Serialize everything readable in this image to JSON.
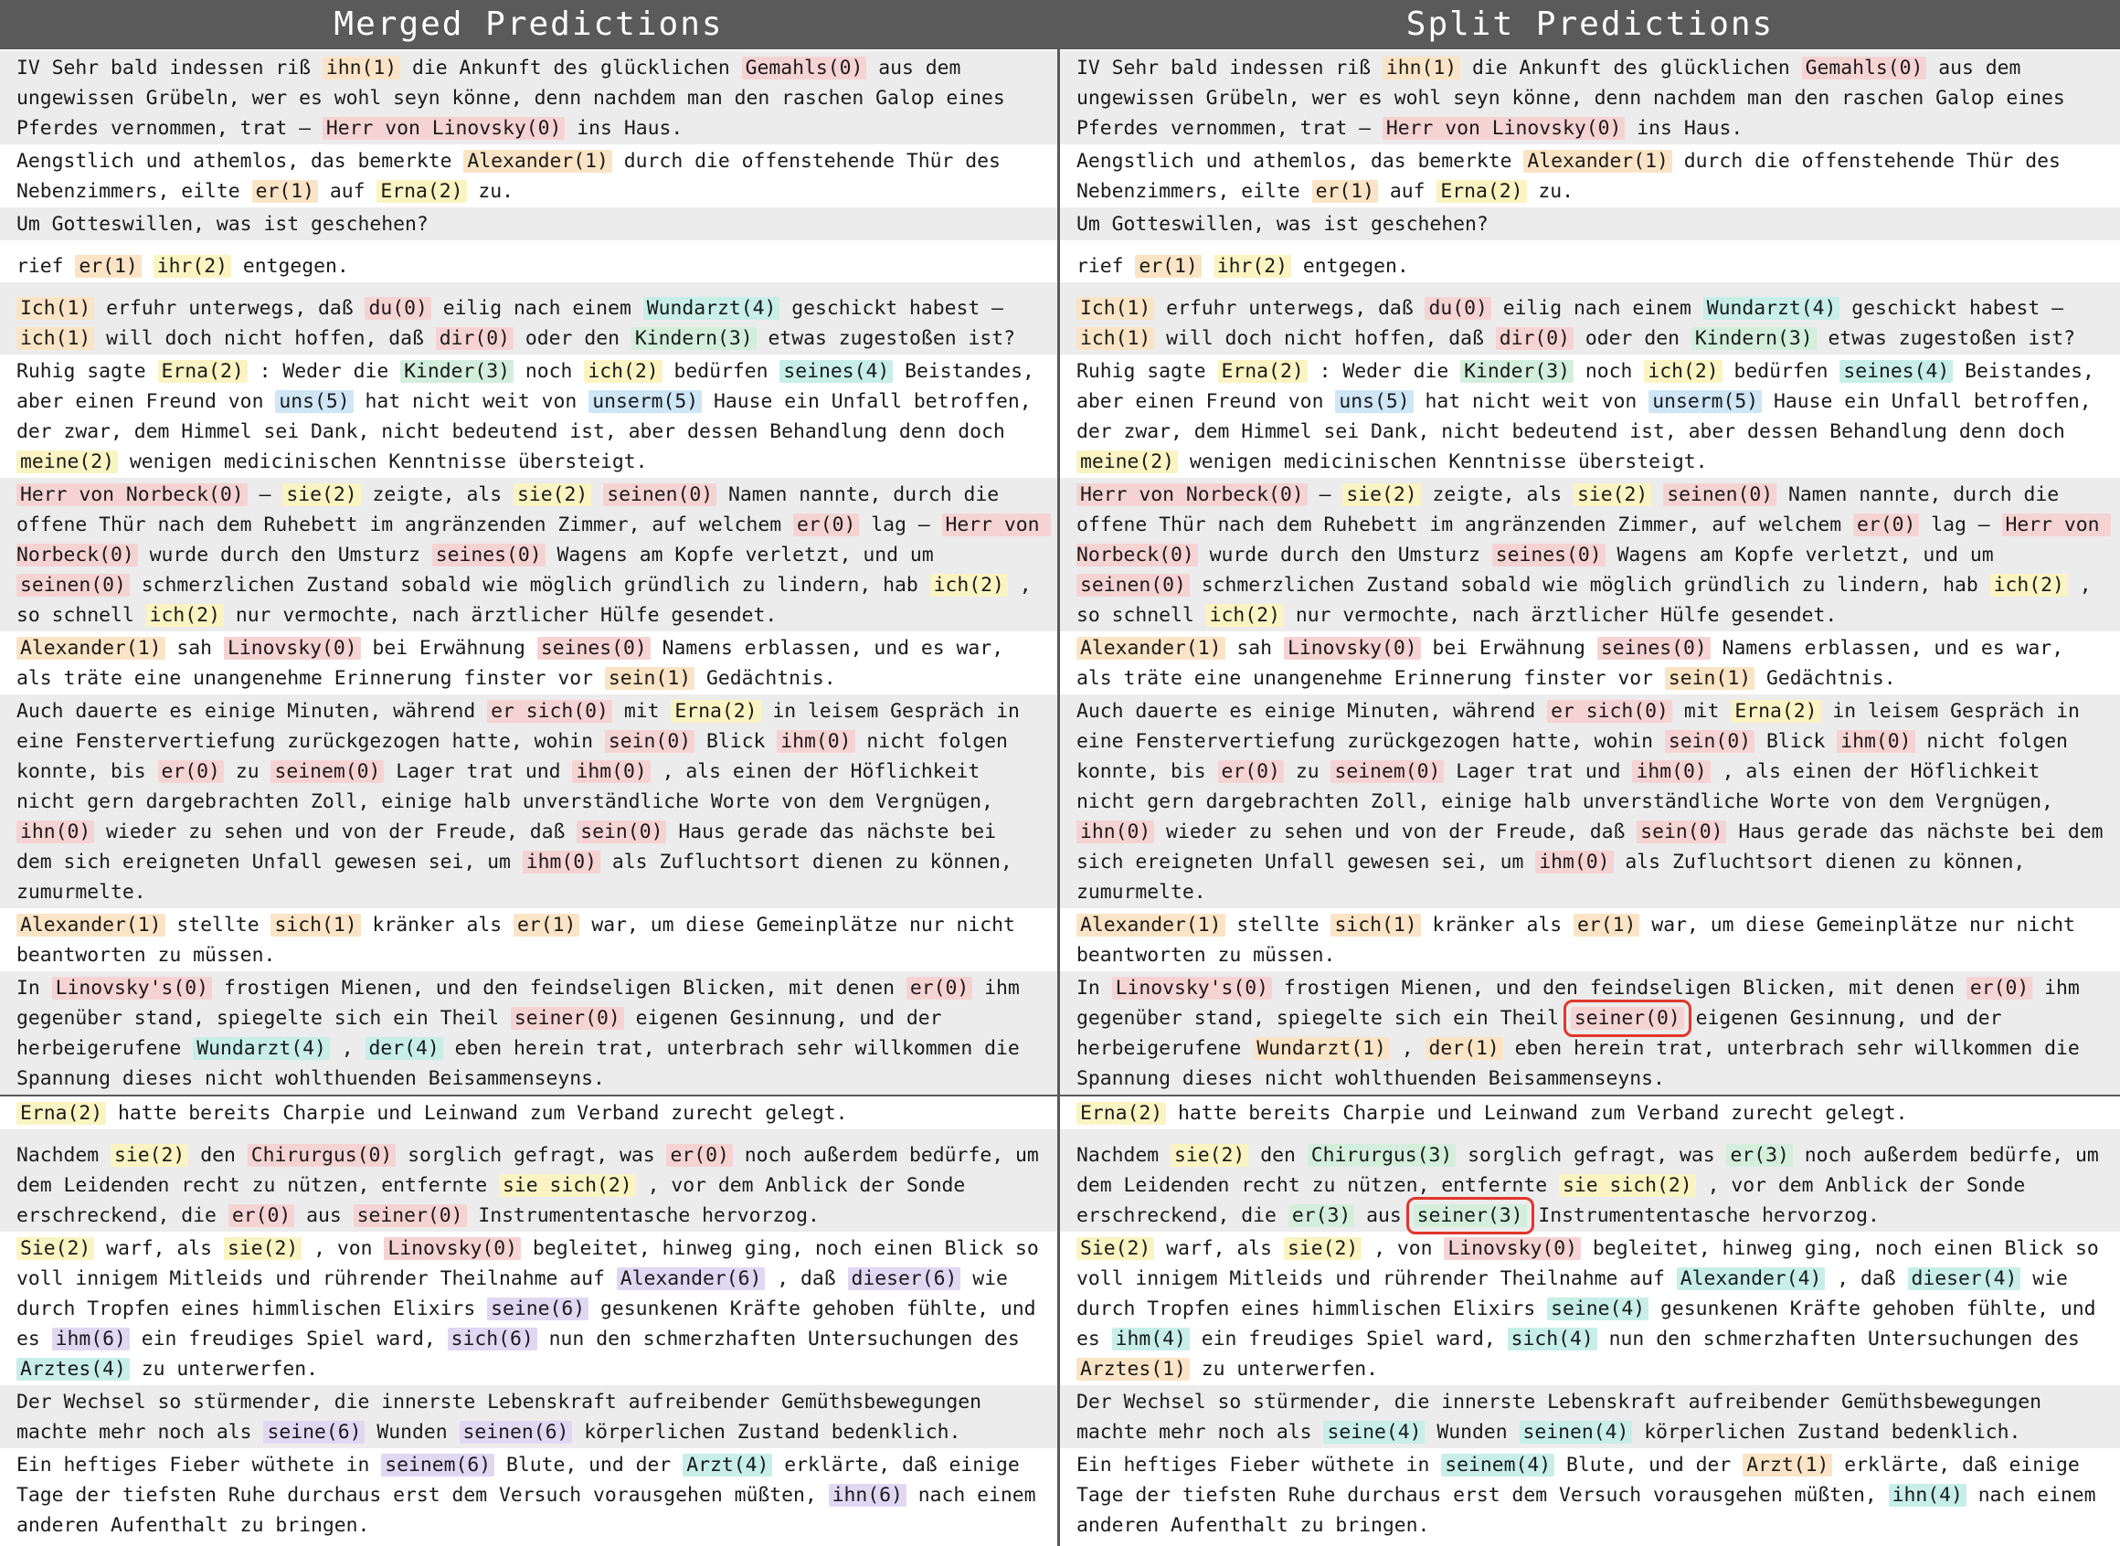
{
  "colors": {
    "0": "#f6d3d3",
    "1": "#fbe4c5",
    "2": "#fbf4c2",
    "3": "#d3efdc",
    "4": "#c7efe8",
    "5": "#cfe6f6",
    "6": "#e0d8f3",
    "highlight": "#e0362a"
  },
  "columns": [
    {
      "id": "merged",
      "title": "Merged Predictions",
      "paragraphs": [
        {
          "bg": "g",
          "text": "IV Sehr bald indessen riß [[ihn(1)|1]] die Ankunft des glücklichen [[Gemahls(0)|0]] aus dem ungewissen Grübeln, wer es wohl seyn könne, denn nachdem man den raschen Galop eines Pferdes vernommen, trat – [[Herr von Linovsky(0)|0]] ins Haus."
        },
        {
          "bg": "w",
          "text": "Aengstlich und athemlos, das bemerkte [[Alexander(1)|1]] durch die offenstehende Thür des Nebenzimmers, eilte [[er(1)|1]] auf [[Erna(2)|2]] zu."
        },
        {
          "bg": "g",
          "text": "Um Gotteswillen, was ist geschehen?"
        },
        {
          "bg": "w",
          "gap": true,
          "text": "rief [[er(1)|1]] [[ihr(2)|2]] entgegen."
        },
        {
          "bg": "g",
          "gap": true,
          "text": "[[Ich(1)|1]] erfuhr unterwegs, daß [[du(0)|0]] eilig nach einem [[Wundarzt(4)|4]] geschickt habest – [[ich(1)|1]] will doch nicht hoffen, daß [[dir(0)|0]] oder den [[Kindern(3)|3]] etwas zugestoßen ist?"
        },
        {
          "bg": "w",
          "text": "Ruhig sagte [[Erna(2)|2]] : Weder die [[Kinder(3)|3]] noch [[ich(2)|2]] bedürfen [[seines(4)|4]] Beistandes, aber einen Freund von [[uns(5)|5]] hat nicht weit von [[unserm(5)|5]] Hause ein Unfall betroffen, der zwar, dem Himmel sei Dank, nicht bedeutend ist, aber dessen Behandlung denn doch [[meine(2)|2]] wenigen medicinischen Kenntnisse übersteigt."
        },
        {
          "bg": "g",
          "text": "[[Herr von Norbeck(0)|0]] – [[sie(2)|2]] zeigte, als [[sie(2)|2]] [[seinen(0)|0]] Namen nannte, durch die offene Thür nach dem Ruhebett im angränzenden Zimmer, auf welchem [[er(0)|0]] lag – [[Herr von Norbeck(0)|0]] wurde durch den Umsturz [[seines(0)|0]] Wagens am Kopfe verletzt, und um [[seinen(0)|0]] schmerzlichen Zustand sobald wie möglich gründlich zu lindern, hab [[ich(2)|2]] , so schnell [[ich(2)|2]] nur vermochte, nach ärztlicher Hülfe gesendet."
        },
        {
          "bg": "w",
          "text": "[[Alexander(1)|1]] sah [[Linovsky(0)|0]] bei Erwähnung [[seines(0)|0]] Namens erblassen, und es war, als träte eine unangenehme Erinnerung finster vor [[sein(1)|1]] Gedächtnis."
        },
        {
          "bg": "g",
          "text": "Auch dauerte es einige Minuten, während [[er sich(0)|0]] mit [[Erna(2)|2]] in leisem Gespräch in eine Fenstervertiefung zurückgezogen hatte, wohin [[sein(0)|0]] Blick [[ihm(0)|0]] nicht folgen konnte, bis [[er(0)|0]] zu [[seinem(0)|0]] Lager trat und [[ihm(0)|0]] , als einen der Höflichkeit nicht gern dargebrachten Zoll, einige halb unverständliche Worte von dem Vergnügen, [[ihn(0)|0]] wieder zu sehen und von der Freude, daß [[sein(0)|0]] Haus gerade das nächste bei dem sich ereigneten Unfall gewesen sei, um [[ihm(0)|0]] als Zufluchtsort dienen zu können, zumurmelte."
        },
        {
          "bg": "w",
          "text": "[[Alexander(1)|1]] stellte [[sich(1)|1]] kränker als [[er(1)|1]] war, um diese Gemeinplätze nur nicht beantworten zu müssen."
        },
        {
          "bg": "g",
          "text": "In [[Linovsky's(0)|0]] frostigen Mienen, und den feindseligen Blicken, mit denen [[er(0)|0]] ihm gegenüber stand, spiegelte sich ein Theil [[seiner(0)|0]] eigenen Gesinnung, und der herbeigerufene [[Wundarzt(4)|4]] , [[der(4)|4]] eben herein trat, unterbrach sehr willkommen die Spannung dieses nicht wohlthuenden Beisammenseyns."
        },
        {
          "bg": "w",
          "sep": true,
          "text": "[[Erna(2)|2]] hatte bereits Charpie und Leinwand zum Verband zurecht gelegt."
        },
        {
          "bg": "g",
          "gap": true,
          "text": "Nachdem [[sie(2)|2]] den [[Chirurgus(0)|0]] sorglich gefragt, was [[er(0)|0]] noch außerdem bedürfe, um dem Leidenden recht zu nützen, entfernte [[sie sich(2)|2]] , vor dem Anblick der Sonde erschreckend, die [[er(0)|0]] aus [[seiner(0)|0]] Instrumententasche hervorzog."
        },
        {
          "bg": "w",
          "text": "[[Sie(2)|2]] warf, als [[sie(2)|2]] , von [[Linovsky(0)|0]] begleitet, hinweg ging, noch einen Blick so voll innigem Mitleids und rührender Theilnahme auf [[Alexander(6)|6]] , daß [[dieser(6)|6]] wie durch Tropfen eines himmlischen Elixirs [[seine(6)|6]] gesunkenen Kräfte gehoben fühlte, und es [[ihm(6)|6]] ein freudiges Spiel ward, [[sich(6)|6]] nun den schmerzhaften Untersuchungen des [[Arztes(4)|4]] zu unterwerfen."
        },
        {
          "bg": "g",
          "text": "Der Wechsel so stürmender, die innerste Lebenskraft aufreibender Gemüthsbewegungen machte mehr noch als [[seine(6)|6]] Wunden [[seinen(6)|6]] körperlichen Zustand bedenklich."
        },
        {
          "bg": "w",
          "text": "Ein heftiges Fieber wüthete in [[seinem(6)|6]] Blute, und der [[Arzt(4)|4]] erklärte, daß einige Tage der tiefsten Ruhe durchaus erst dem Versuch vorausgehen müßten, [[ihn(6)|6]] nach einem anderen Aufenthalt zu bringen."
        }
      ]
    },
    {
      "id": "split",
      "title": "Split Predictions",
      "paragraphs": [
        {
          "bg": "g",
          "text": "IV Sehr bald indessen riß [[ihn(1)|1]] die Ankunft des glücklichen [[Gemahls(0)|0]] aus dem ungewissen Grübeln, wer es wohl seyn könne, denn nachdem man den raschen Galop eines Pferdes vernommen, trat – [[Herr von Linovsky(0)|0]] ins Haus."
        },
        {
          "bg": "w",
          "text": "Aengstlich und athemlos, das bemerkte [[Alexander(1)|1]] durch die offenstehende Thür des Nebenzimmers, eilte [[er(1)|1]] auf [[Erna(2)|2]] zu."
        },
        {
          "bg": "g",
          "text": "Um Gotteswillen, was ist geschehen?"
        },
        {
          "bg": "w",
          "gap": true,
          "text": "rief [[er(1)|1]] [[ihr(2)|2]] entgegen."
        },
        {
          "bg": "g",
          "gap": true,
          "text": "[[Ich(1)|1]] erfuhr unterwegs, daß [[du(0)|0]] eilig nach einem [[Wundarzt(4)|4]] geschickt habest – [[ich(1)|1]] will doch nicht hoffen, daß [[dir(0)|0]] oder den [[Kindern(3)|3]] etwas zugestoßen ist?"
        },
        {
          "bg": "w",
          "text": "Ruhig sagte [[Erna(2)|2]] : Weder die [[Kinder(3)|3]] noch [[ich(2)|2]] bedürfen [[seines(4)|4]] Beistandes, aber einen Freund von [[uns(5)|5]] hat nicht weit von [[unserm(5)|5]] Hause ein Unfall betroffen, der zwar, dem Himmel sei Dank, nicht bedeutend ist, aber dessen Behandlung denn doch [[meine(2)|2]] wenigen medicinischen Kenntnisse übersteigt."
        },
        {
          "bg": "g",
          "text": "[[Herr von Norbeck(0)|0]] – [[sie(2)|2]] zeigte, als [[sie(2)|2]] [[seinen(0)|0]] Namen nannte, durch die offene Thür nach dem Ruhebett im angränzenden Zimmer, auf welchem [[er(0)|0]] lag – [[Herr von Norbeck(0)|0]] wurde durch den Umsturz [[seines(0)|0]] Wagens am Kopfe verletzt, und um [[seinen(0)|0]] schmerzlichen Zustand sobald wie möglich gründlich zu lindern, hab [[ich(2)|2]] , so schnell [[ich(2)|2]] nur vermochte, nach ärztlicher Hülfe gesendet."
        },
        {
          "bg": "w",
          "text": "[[Alexander(1)|1]] sah [[Linovsky(0)|0]] bei Erwähnung [[seines(0)|0]] Namens erblassen, und es war, als träte eine unangenehme Erinnerung finster vor [[sein(1)|1]] Gedächtnis."
        },
        {
          "bg": "g",
          "text": "Auch dauerte es einige Minuten, während [[er sich(0)|0]] mit [[Erna(2)|2]] in leisem Gespräch in eine Fenstervertiefung zurückgezogen hatte, wohin [[sein(0)|0]] Blick [[ihm(0)|0]] nicht folgen konnte, bis [[er(0)|0]] zu [[seinem(0)|0]] Lager trat und [[ihm(0)|0]] , als einen der Höflichkeit nicht gern dargebrachten Zoll, einige halb unverständliche Worte von dem Vergnügen, [[ihn(0)|0]] wieder zu sehen und von der Freude, daß [[sein(0)|0]] Haus gerade das nächste bei dem sich ereigneten Unfall gewesen sei, um [[ihm(0)|0]] als Zufluchtsort dienen zu können, zumurmelte."
        },
        {
          "bg": "w",
          "text": "[[Alexander(1)|1]] stellte [[sich(1)|1]] kränker als [[er(1)|1]] war, um diese Gemeinplätze nur nicht beantworten zu müssen."
        },
        {
          "bg": "g",
          "text": "In [[Linovsky's(0)|0]] frostigen Mienen, und den feindseligen Blicken, mit denen [[er(0)|0]] ihm gegenüber stand, spiegelte sich ein Theil [[seiner(0)|0|hl]] eigenen Gesinnung, und der herbeigerufene [[Wundarzt(1)|1]] , [[der(1)|1]] eben herein trat, unterbrach sehr willkommen die Spannung dieses nicht wohlthuenden Beisammenseyns."
        },
        {
          "bg": "w",
          "sep": true,
          "text": "[[Erna(2)|2]] hatte bereits Charpie und Leinwand zum Verband zurecht gelegt."
        },
        {
          "bg": "g",
          "gap": true,
          "text": "Nachdem [[sie(2)|2]] den [[Chirurgus(3)|3]] sorglich gefragt, was [[er(3)|3]] noch außerdem bedürfe, um dem Leidenden recht zu nützen, entfernte [[sie sich(2)|2]] , vor dem Anblick der Sonde erschreckend, die [[er(3)|3]] aus [[seiner(3)|3|hl]] Instrumententasche hervorzog."
        },
        {
          "bg": "w",
          "text": "[[Sie(2)|2]] warf, als [[sie(2)|2]] , von [[Linovsky(0)|0]] begleitet, hinweg ging, noch einen Blick so voll innigem Mitleids und rührender Theilnahme auf [[Alexander(4)|4]] , daß [[dieser(4)|4]] wie durch Tropfen eines himmlischen Elixirs [[seine(4)|4]] gesunkenen Kräfte gehoben fühlte, und es [[ihm(4)|4]] ein freudiges Spiel ward, [[sich(4)|4]] nun den schmerzhaften Untersuchungen des [[Arztes(1)|1]] zu unterwerfen."
        },
        {
          "bg": "g",
          "text": "Der Wechsel so stürmender, die innerste Lebenskraft aufreibender Gemüthsbewegungen machte mehr noch als [[seine(4)|4]] Wunden [[seinen(4)|4]] körperlichen Zustand bedenklich."
        },
        {
          "bg": "w",
          "text": "Ein heftiges Fieber wüthete in [[seinem(4)|4]] Blute, und der [[Arzt(1)|1]] erklärte, daß einige Tage der tiefsten Ruhe durchaus erst dem Versuch vorausgehen müßten, [[ihn(4)|4]] nach einem anderen Aufenthalt zu bringen."
        }
      ]
    }
  ]
}
